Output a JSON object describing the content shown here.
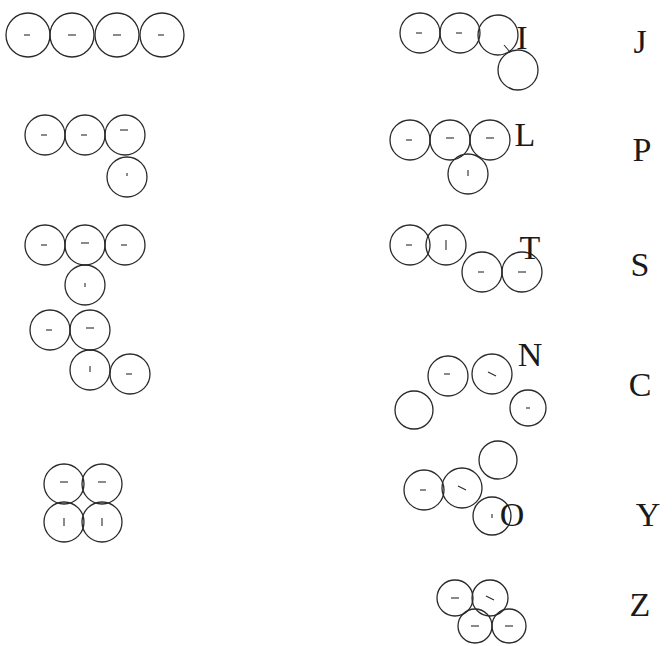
{
  "diagram": {
    "labels": [
      "I",
      "J",
      "L",
      "P",
      "T",
      "S",
      "N",
      "C",
      "O",
      "Y",
      "Z"
    ]
  }
}
